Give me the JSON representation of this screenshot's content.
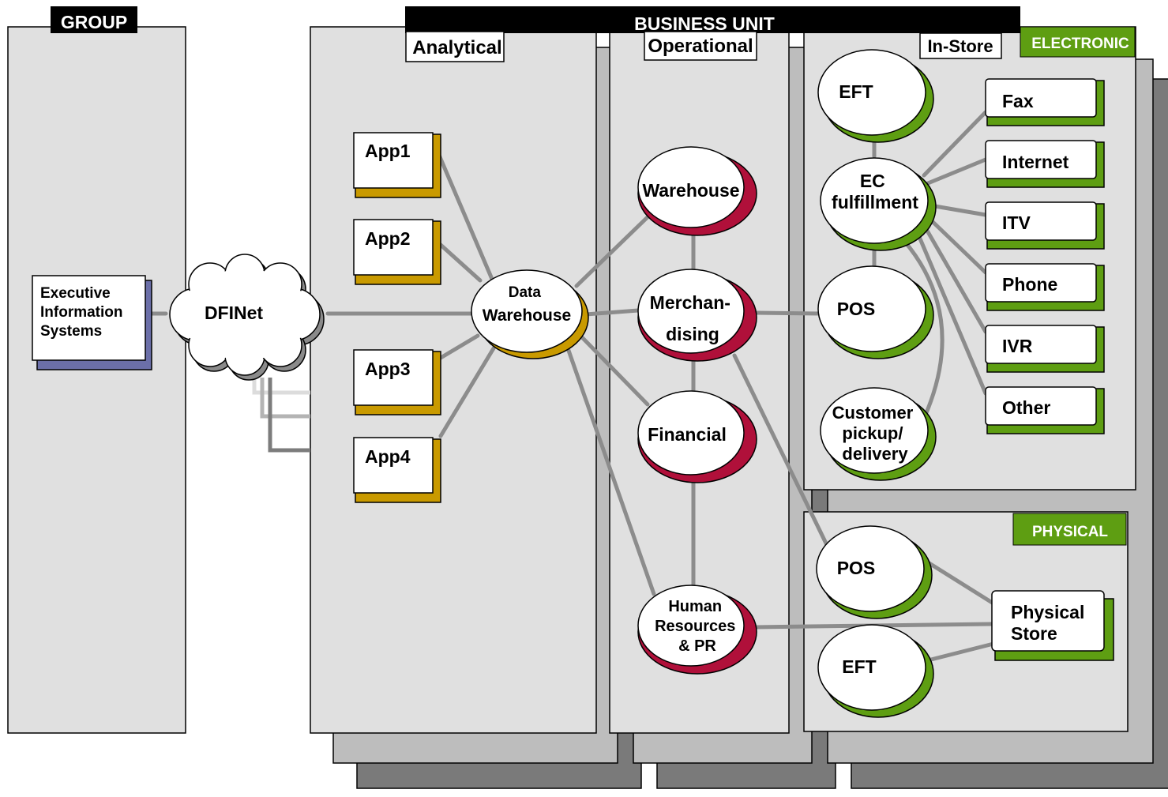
{
  "headers": {
    "group": "GROUP",
    "business_unit": "BUSINESS UNIT",
    "analytical": "Analytical",
    "operational": "Operational",
    "in_store": "In-Store",
    "electronic": "ELECTRONIC",
    "physical": "PHYSICAL"
  },
  "group_panel": {
    "eis_lines": [
      "Executive",
      "Information",
      "Systems"
    ]
  },
  "network": {
    "label": "DFINet"
  },
  "analytical": {
    "apps": [
      "App1",
      "App2",
      "App3",
      "App4"
    ],
    "data_warehouse_lines": [
      "Data",
      "Warehouse"
    ]
  },
  "operational": {
    "warehouse": "Warehouse",
    "merchandising_lines": [
      "Merchan-",
      "dising"
    ],
    "financial": "Financial",
    "hr_lines": [
      "Human",
      "Resources",
      "& PR"
    ]
  },
  "electronic": {
    "eft": "EFT",
    "ec_fulfillment_lines": [
      "EC",
      "fulfillment"
    ],
    "pos": "POS",
    "customer_pickup_lines": [
      "Customer",
      "pickup/",
      "delivery"
    ],
    "channels": [
      "Fax",
      "Internet",
      "ITV",
      "Phone",
      "IVR",
      "Other"
    ]
  },
  "physical": {
    "pos": "POS",
    "eft": "EFT",
    "store_lines": [
      "Physical",
      "Store"
    ]
  },
  "colors": {
    "panel": "#e0e0e0",
    "shadow_light": "#bdbdbd",
    "shadow_dark": "#7a7a7a",
    "connector": "#8c8c8c",
    "app_accent": "#c99a00",
    "operational_accent": "#b0103a",
    "electronic_accent": "#5e9e12",
    "eis_accent": "#6b6fa8",
    "cloud": "#8a8a8a"
  }
}
